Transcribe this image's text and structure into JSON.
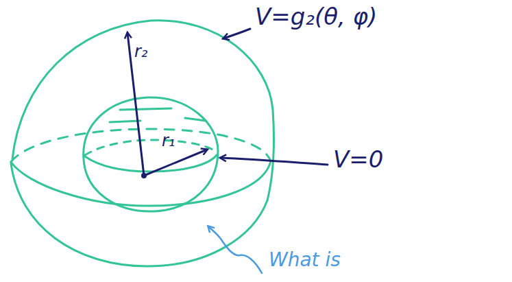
{
  "diagram": {
    "labels": [
      "V=g₂(θ, φ)",
      "V=0",
      "r₂",
      "r₁",
      "What is"
    ]
  }
}
